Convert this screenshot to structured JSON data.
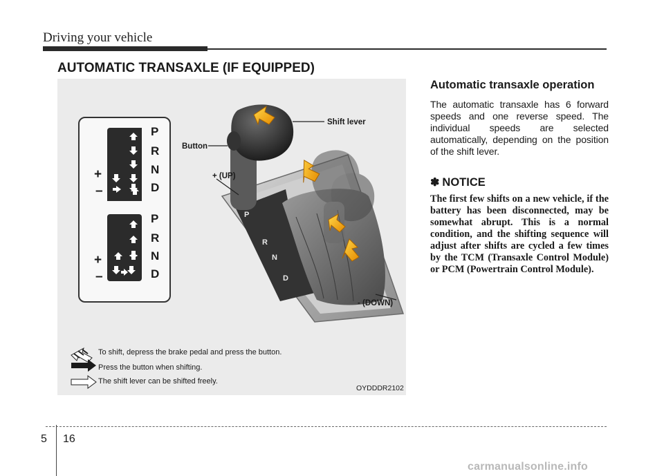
{
  "header": {
    "title": "Driving your vehicle"
  },
  "section": {
    "title": "AUTOMATIC TRANSAXLE (IF EQUIPPED)"
  },
  "figure": {
    "callouts": {
      "shift_lever": "Shift lever",
      "button": "Button",
      "up": "+ (UP)",
      "down": "- (DOWN)"
    },
    "gate_letters": [
      "P",
      "R",
      "N",
      "D"
    ],
    "gate_plus": "+",
    "gate_minus": "–",
    "legend": [
      {
        "text": "To shift, depress the brake pedal and press the button."
      },
      {
        "text": "Press the button when shifting."
      },
      {
        "text": "The shift lever can be shifted freely."
      }
    ],
    "code": "OYDDDR2102"
  },
  "content": {
    "subheading": "Automatic transaxle operation",
    "paragraph": "The automatic transaxle has 6 forward speeds and one reverse speed. The individual speeds are selected automatically, depending on the position of the shift lever.",
    "notice_icon": "✽",
    "notice_title": "NOTICE",
    "notice_text": "The first few shifts on a new vehicle, if the battery has been disconnected, may be somewhat abrupt. This is a normal condition, and the shifting sequence will adjust after shifts are cycled a few times by the TCM (Transaxle Control Module) or PCM (Powertrain Control Module)."
  },
  "footer": {
    "chapter": "5",
    "page": "16"
  },
  "watermark": "carmanualsonline.info"
}
